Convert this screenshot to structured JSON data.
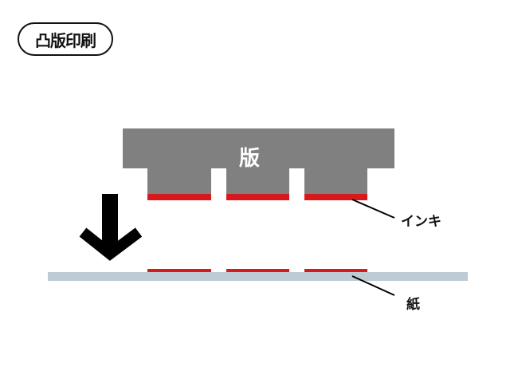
{
  "title": "凸版印刷",
  "labels": {
    "plate": "版",
    "ink": "インキ",
    "paper": "紙"
  },
  "colors": {
    "plate": "#808080",
    "ink": "#d7191c",
    "paper": "#bccbd4",
    "arrow": "#000000"
  },
  "icons": {
    "arrow": "arrow-down-icon"
  }
}
